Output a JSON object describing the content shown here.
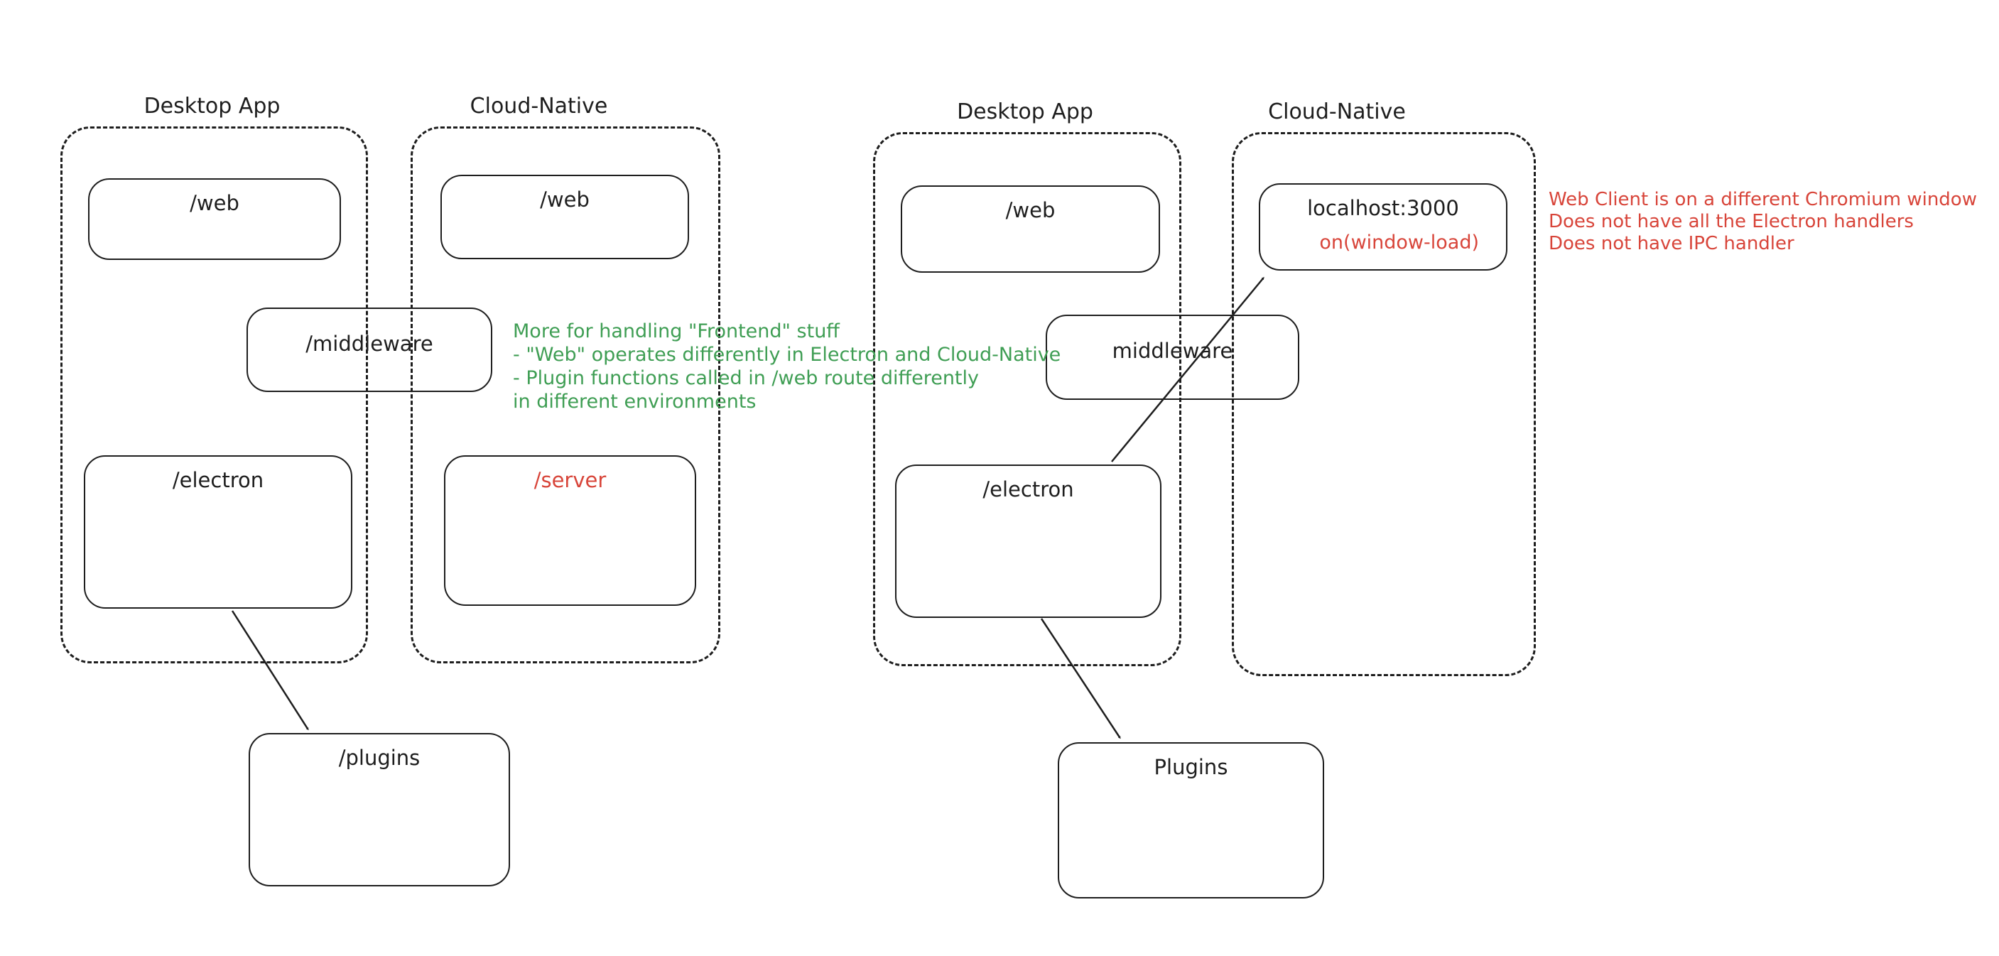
{
  "canvas": {
    "background": "#ffffff",
    "ink_color": "#1e1e1e",
    "red_color": "#d8453a",
    "green_color": "#3f9e54"
  },
  "left_diagram": {
    "desktop_container": {
      "label": "Desktop App"
    },
    "cloud_container": {
      "label": "Cloud-Native"
    },
    "nodes": {
      "web_desktop": "/web",
      "web_cloud": "/web",
      "middleware": "/middleware",
      "electron": "/electron",
      "server": "/server",
      "plugins": "/plugins"
    }
  },
  "right_diagram": {
    "desktop_container": {
      "label": "Desktop App"
    },
    "cloud_container": {
      "label": "Cloud-Native"
    },
    "nodes": {
      "web_desktop": "/web",
      "localhost": "localhost:3000",
      "localhost_event": "on(window-load)",
      "middleware": "middleware",
      "electron": "/electron",
      "plugins": "Plugins"
    }
  },
  "notes": {
    "green": {
      "line1": "More for handling \"Frontend\" stuff",
      "line2": "- \"Web\" operates differently in Electron and Cloud-Native",
      "line3": "- Plugin functions called in /web route differently",
      "line4": "in different environments"
    },
    "red": {
      "line1": "Web Client is on a different Chromium window",
      "line2": "Does not have all the Electron handlers",
      "line3": "Does not have IPC handler"
    }
  }
}
